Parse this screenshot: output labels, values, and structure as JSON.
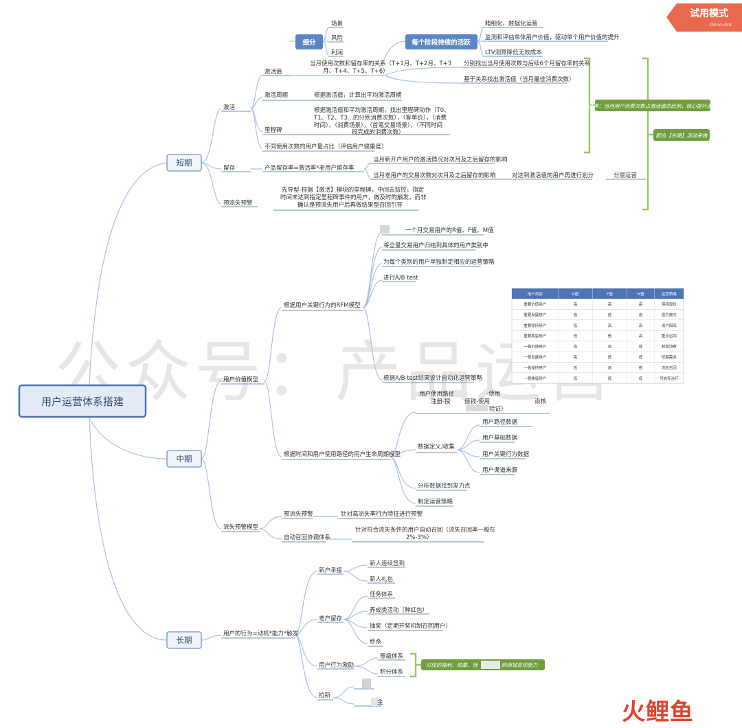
{
  "watermark": "公众号：产品运营",
  "badge": {
    "title": "试用模式",
    "subtitle": "XMind·ZEN"
  },
  "logo": "火鲤鱼",
  "root": "用户运营体系搭建",
  "branches": {
    "short": "短期",
    "mid": "中期",
    "long": "长期"
  },
  "top": {
    "segment": "细分",
    "seg_items": [
      "场景",
      "风险",
      "利润"
    ],
    "stage": "每个阶段持续的活跃",
    "stage_items": [
      "精细化、数据化运营",
      "监测和评估单体用户价值，驱动单个用户价值的提升",
      "LTV测算降低无效成本"
    ]
  },
  "short": {
    "activate": "激活",
    "act_value": "激活值",
    "act_value_desc": [
      "当月使用次数和留存率的关系（T+1月、T+2月、T+3",
      "月、T+4、T+5、T+6）"
    ],
    "act_value_sub": [
      "分别找出当月使用次数与后续6个月留存率的关系",
      "基于关系找出激活值（当月最佳消费次数）"
    ],
    "act_cycle": "激活周期",
    "act_cycle_desc": "根据激活值，计算出平均激活周期",
    "milestone": "里程碑",
    "milestone_desc": [
      "根据激活值和平均激活周期，找出里程碑动作（T0、",
      "T1、T2、T3...的分别消费次数），（客单价），（消费",
      "时间），（消费场景），（首笔交易场景），（不同时间",
      "段完成的消费次数）"
    ],
    "ratio": "不同使用次数的用户量占比（评估用户健康度）",
    "note_rate": "激活率：当月用户消费次数占激活值的比例，核心提升激活率",
    "note_long": "配合【长期】活动来做",
    "retain": "留存",
    "retain_formula": "产品留存率=激活率*老用户留存率",
    "retain_sub1": "当月新开户用户的激活情况对次月及之后留存的影响",
    "retain_sub2": "当月老用户的交易次数对次月及之后留存的影响",
    "retain_sub2a": "对达到激活值的用户再进行划分",
    "retain_sub2b": "分层运营",
    "churn_warn": "预流失预警",
    "churn_desc": [
      "先导型-根据【激活】模块的里程碑，中间去监控，指定",
      "时间未达到指定里程碑事件的用户，做及时的触发，而非",
      "确认是预流失用户后再做结果型召回引导"
    ]
  },
  "mid": {
    "value_model": "用户价值模型",
    "rfm": "根据用户关键行为的RFM模型",
    "rfm_items": [
      "一个月交易用户的R值、F值、M值",
      "将全量交易用户归结到具体的用户类别中",
      "为每个类别的用户单独制定相应的运营策略",
      "进行A/B test",
      "根据A/B test结果设计自动化运营策略"
    ],
    "lifecycle": "根据时间和用户使用路径的用户生命周期模型",
    "life_path": [
      "用户使用路径",
      "-使用",
      "注册-授",
      "值钱-使用",
      "设核",
      "验证）"
    ],
    "data_def": "数据定义/收集",
    "data_items": [
      "用户路径数据",
      "用户基础数据",
      "用户关键行为数据",
      "用户渠道来源"
    ],
    "analysis": "分析数据找到发力点",
    "strategy": "制定运营策略",
    "churn_model": "流失预警模型",
    "pre_churn": "预流失预警",
    "pre_churn_desc": "针对高流失率行为特征进行预警",
    "recall": "自动召回协调体系",
    "recall_desc": [
      "针对符合流失条件的用户自动召回（流失召回率一般在",
      "2%-3%）"
    ]
  },
  "long": {
    "formula": "用户的行为=动机*能力*触发",
    "newbie": "新户承接",
    "newbie_items": [
      "新人连续签到",
      "新人礼包"
    ],
    "old": "老户留存",
    "old_items": [
      "任务体系",
      "养成类活动（种红包）",
      "抽奖（定期开奖机制召回用户）",
      "秒杀"
    ],
    "incent": "用户行为激励",
    "incent_items": [
      "等级体系",
      "积分体系"
    ],
    "incent_note": [
      "对应的福利、勋章、特",
      "购商城变现能力"
    ],
    "acquire": "拉新",
    "acquire_items": [
      "金"
    ]
  },
  "rfm_table": {
    "headers": [
      "用户类别",
      "R值",
      "F值",
      "M值",
      "运营策略"
    ],
    "rows": [
      [
        "重要价值用户",
        "高",
        "高",
        "高",
        "保持现状"
      ],
      [
        "重要发展用户",
        "高",
        "低",
        "高",
        "提升频次"
      ],
      [
        "重要保持用户",
        "低",
        "高",
        "高",
        "用户回流"
      ],
      [
        "重要挽留用户",
        "低",
        "低",
        "高",
        "重点召回"
      ],
      [
        "一般价值用户",
        "高",
        "高",
        "低",
        "刺激消费"
      ],
      [
        "一般发展用户",
        "高",
        "低",
        "低",
        "挖掘需求"
      ],
      [
        "一般保持用户",
        "低",
        "高",
        "低",
        "流失召回"
      ],
      [
        "一般挽留用户",
        "低",
        "低",
        "低",
        "可放弃治疗"
      ]
    ]
  },
  "colors": {
    "connector": "#a9c1e2",
    "underline": "#6e91c2",
    "badge": "#e9694e",
    "green": "#6f9e3e",
    "bracket": "#9cc26b",
    "logo": "#e2442f"
  },
  "icons": [
    "blurred-thumbnail-icon"
  ]
}
